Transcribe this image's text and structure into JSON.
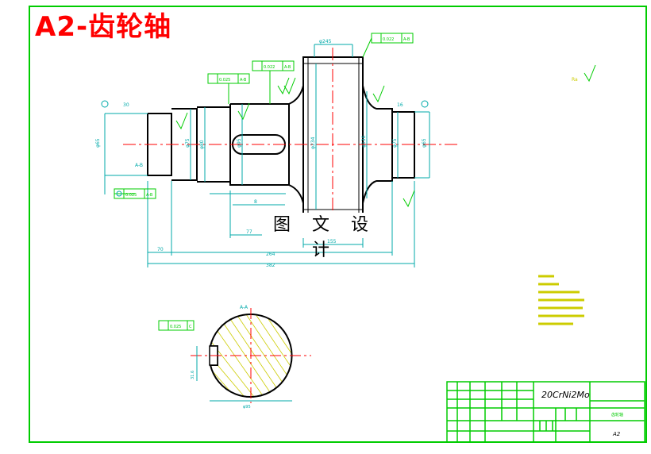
{
  "title": "A2-齿轮轴",
  "watermark": "图 文 设 计",
  "material": "20CrNi2Mo",
  "sheet_size": "A2",
  "part_name": "齿轮轴",
  "section_label": "A-A",
  "colors": {
    "frame": "#00cc00",
    "outline": "#000000",
    "dimension": "#00aaaa",
    "centerline": "#ff0000",
    "hatch": "#cccc00",
    "notes": "#cccc00",
    "title": "#ff0000"
  }
}
